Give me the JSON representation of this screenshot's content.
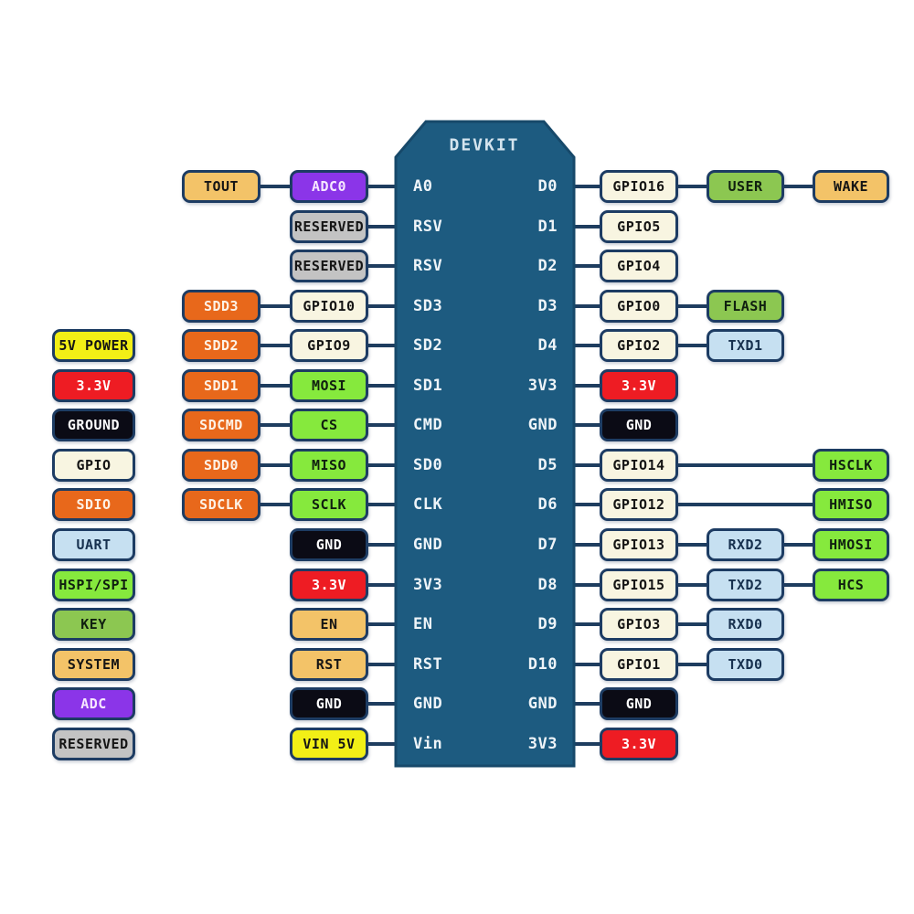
{
  "board": {
    "title": "DEVKIT",
    "left_pins": [
      "A0",
      "RSV",
      "RSV",
      "SD3",
      "SD2",
      "SD1",
      "CMD",
      "SD0",
      "CLK",
      "GND",
      "3V3",
      "EN",
      "RST",
      "GND",
      "Vin"
    ],
    "right_pins": [
      "D0",
      "D1",
      "D2",
      "D3",
      "D4",
      "3V3",
      "GND",
      "D5",
      "D6",
      "D7",
      "D8",
      "D9",
      "D10",
      "GND",
      "3V3"
    ]
  },
  "legend": [
    {
      "label": "5V POWER",
      "type": "v5"
    },
    {
      "label": "3.3V",
      "type": "v33"
    },
    {
      "label": "GROUND",
      "type": "ground"
    },
    {
      "label": "GPIO",
      "type": "gpio"
    },
    {
      "label": "SDIO",
      "type": "sdio"
    },
    {
      "label": "UART",
      "type": "uart"
    },
    {
      "label": "HSPI/SPI",
      "type": "hspi"
    },
    {
      "label": "KEY",
      "type": "key"
    },
    {
      "label": "SYSTEM",
      "type": "system"
    },
    {
      "label": "ADC",
      "type": "adc"
    },
    {
      "label": "RESERVED",
      "type": "reserved"
    }
  ],
  "rows": [
    {
      "left_outer": {
        "label": "TOUT",
        "type": "system"
      },
      "left_inner": {
        "label": "ADC0",
        "type": "adc"
      },
      "right_inner": {
        "label": "GPIO16",
        "type": "gpio"
      },
      "right_mid": {
        "label": "USER",
        "type": "key"
      },
      "right_outer": {
        "label": "WAKE",
        "type": "system"
      },
      "right_direct": false
    },
    {
      "left_outer": null,
      "left_inner": {
        "label": "RESERVED",
        "type": "reserved"
      },
      "right_inner": {
        "label": "GPIO5",
        "type": "gpio"
      },
      "right_mid": null,
      "right_outer": null,
      "right_direct": false
    },
    {
      "left_outer": null,
      "left_inner": {
        "label": "RESERVED",
        "type": "reserved"
      },
      "right_inner": {
        "label": "GPIO4",
        "type": "gpio"
      },
      "right_mid": null,
      "right_outer": null,
      "right_direct": false
    },
    {
      "left_outer": {
        "label": "SDD3",
        "type": "sdio"
      },
      "left_inner": {
        "label": "GPIO10",
        "type": "gpio"
      },
      "right_inner": {
        "label": "GPIO0",
        "type": "gpio"
      },
      "right_mid": {
        "label": "FLASH",
        "type": "key"
      },
      "right_outer": null,
      "right_direct": false
    },
    {
      "left_outer": {
        "label": "SDD2",
        "type": "sdio"
      },
      "left_inner": {
        "label": "GPIO9",
        "type": "gpio"
      },
      "right_inner": {
        "label": "GPIO2",
        "type": "gpio"
      },
      "right_mid": {
        "label": "TXD1",
        "type": "uart"
      },
      "right_outer": null,
      "right_direct": false
    },
    {
      "left_outer": {
        "label": "SDD1",
        "type": "sdio"
      },
      "left_inner": {
        "label": "MOSI",
        "type": "hspi"
      },
      "right_inner": {
        "label": "3.3V",
        "type": "v33"
      },
      "right_mid": null,
      "right_outer": null,
      "right_direct": false
    },
    {
      "left_outer": {
        "label": "SDCMD",
        "type": "sdio"
      },
      "left_inner": {
        "label": "CS",
        "type": "hspi"
      },
      "right_inner": {
        "label": "GND",
        "type": "ground"
      },
      "right_mid": null,
      "right_outer": null,
      "right_direct": false
    },
    {
      "left_outer": {
        "label": "SDD0",
        "type": "sdio"
      },
      "left_inner": {
        "label": "MISO",
        "type": "hspi"
      },
      "right_inner": {
        "label": "GPIO14",
        "type": "gpio"
      },
      "right_mid": null,
      "right_outer": {
        "label": "HSCLK",
        "type": "hspi"
      },
      "right_direct": true
    },
    {
      "left_outer": {
        "label": "SDCLK",
        "type": "sdio"
      },
      "left_inner": {
        "label": "SCLK",
        "type": "hspi"
      },
      "right_inner": {
        "label": "GPIO12",
        "type": "gpio"
      },
      "right_mid": null,
      "right_outer": {
        "label": "HMISO",
        "type": "hspi"
      },
      "right_direct": true
    },
    {
      "left_outer": null,
      "left_inner": {
        "label": "GND",
        "type": "ground"
      },
      "right_inner": {
        "label": "GPIO13",
        "type": "gpio"
      },
      "right_mid": {
        "label": "RXD2",
        "type": "uart"
      },
      "right_outer": {
        "label": "HMOSI",
        "type": "hspi"
      },
      "right_direct": false
    },
    {
      "left_outer": null,
      "left_inner": {
        "label": "3.3V",
        "type": "v33"
      },
      "right_inner": {
        "label": "GPIO15",
        "type": "gpio"
      },
      "right_mid": {
        "label": "TXD2",
        "type": "uart"
      },
      "right_outer": {
        "label": "HCS",
        "type": "hspi"
      },
      "right_direct": false
    },
    {
      "left_outer": null,
      "left_inner": {
        "label": "EN",
        "type": "system"
      },
      "right_inner": {
        "label": "GPIO3",
        "type": "gpio"
      },
      "right_mid": {
        "label": "RXD0",
        "type": "uart"
      },
      "right_outer": null,
      "right_direct": false
    },
    {
      "left_outer": null,
      "left_inner": {
        "label": "RST",
        "type": "system"
      },
      "right_inner": {
        "label": "GPIO1",
        "type": "gpio"
      },
      "right_mid": {
        "label": "TXD0",
        "type": "uart"
      },
      "right_outer": null,
      "right_direct": false
    },
    {
      "left_outer": null,
      "left_inner": {
        "label": "GND",
        "type": "ground"
      },
      "right_inner": {
        "label": "GND",
        "type": "ground"
      },
      "right_mid": null,
      "right_outer": null,
      "right_direct": false
    },
    {
      "left_outer": null,
      "left_inner": {
        "label": "VIN 5V",
        "type": "v5"
      },
      "right_inner": {
        "label": "3.3V",
        "type": "v33"
      },
      "right_mid": null,
      "right_outer": null,
      "right_direct": false
    }
  ],
  "colors": {
    "v5": {
      "bg": "#f2ef16",
      "fg": "#151515"
    },
    "v33": {
      "bg": "#ee1c23",
      "fg": "#ffffff"
    },
    "ground": {
      "bg": "#0b0b15",
      "fg": "#ffffff"
    },
    "gpio": {
      "bg": "#f8f5e1",
      "fg": "#151515"
    },
    "sdio": {
      "bg": "#e8681b",
      "fg": "#fdf2e6"
    },
    "uart": {
      "bg": "#c6e0f1",
      "fg": "#17314f"
    },
    "hspi": {
      "bg": "#86e93d",
      "fg": "#102010"
    },
    "key": {
      "bg": "#8cc751",
      "fg": "#102010"
    },
    "system": {
      "bg": "#f3c368",
      "fg": "#151515"
    },
    "adc": {
      "bg": "#8b35e8",
      "fg": "#f6e7ff"
    },
    "reserved": {
      "bg": "#c3c3c3",
      "fg": "#151515"
    },
    "board_fill": "#1d5b80",
    "board_stroke": "#17496a",
    "wire": "#1e3d5f"
  }
}
